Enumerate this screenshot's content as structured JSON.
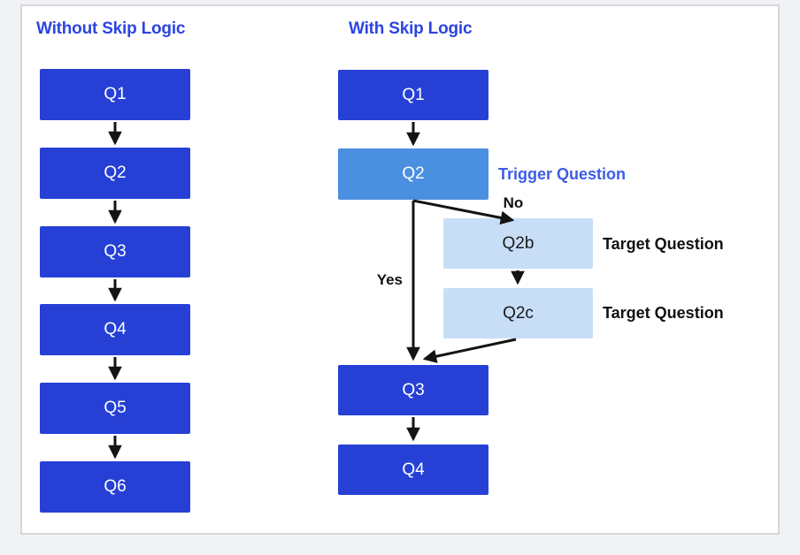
{
  "colors": {
    "page_bg": "#f1f2f6",
    "card_bg": "#ffffff",
    "card_border": "#d6d6d6",
    "node_fill": "#2640d6",
    "node_text": "#ffffff",
    "trigger_fill": "#4b8fe0",
    "target_fill": "#c8def7",
    "target_text": "#1a1a1a",
    "heading_text": "#2c44e0",
    "trigger_label_text": "#3d5de6",
    "black_label_text": "#111111",
    "arrow": "#141414"
  },
  "without_skip_logic": {
    "title": "Without Skip Logic",
    "nodes": [
      "Q1",
      "Q2",
      "Q3",
      "Q4",
      "Q5",
      "Q6"
    ]
  },
  "with_skip_logic": {
    "title": "With Skip Logic",
    "nodes": {
      "q1": "Q1",
      "q2": "Q2",
      "q2b": "Q2b",
      "q2c": "Q2c",
      "q3": "Q3",
      "q4": "Q4"
    },
    "branch_labels": {
      "yes": "Yes",
      "no": "No"
    },
    "annotations": {
      "trigger": "Trigger Question",
      "target_1": "Target Question",
      "target_2": "Target Question"
    }
  }
}
